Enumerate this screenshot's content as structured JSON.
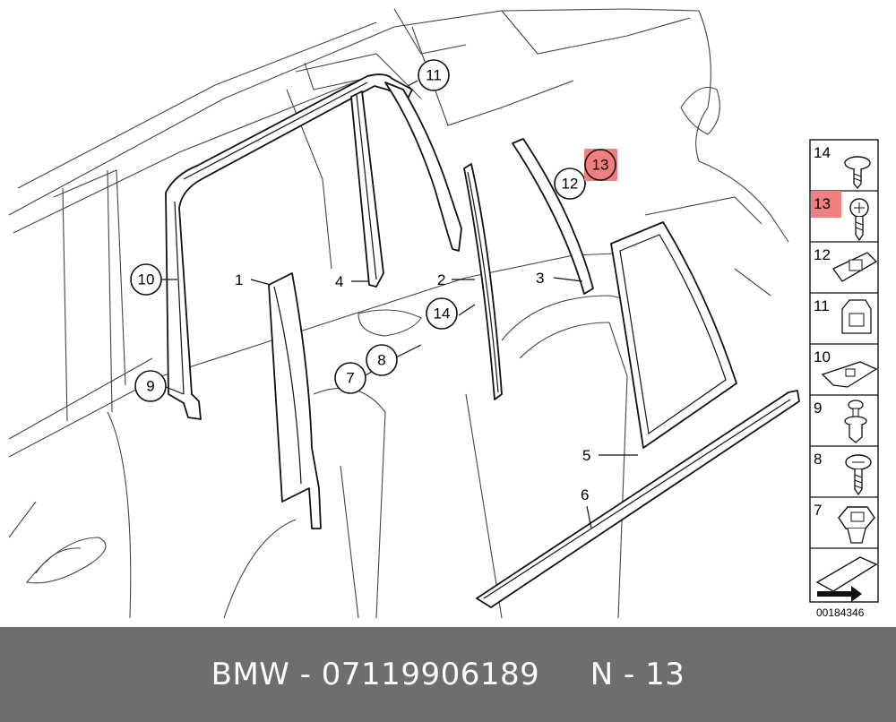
{
  "diagram": {
    "callouts": {
      "c1": "1",
      "c2": "2",
      "c3": "3",
      "c4": "4",
      "c5": "5",
      "c6": "6",
      "c7": "7",
      "c8": "8",
      "c9": "9",
      "c10": "10",
      "c11": "11",
      "c12": "12",
      "c13": "13",
      "c14": "14"
    },
    "highlight_color": "#f08080"
  },
  "legend": {
    "items": [
      {
        "num": "14",
        "icon": "screw-washer-icon"
      },
      {
        "num": "13",
        "icon": "self-tapping-screw-icon",
        "highlighted": true
      },
      {
        "num": "12",
        "icon": "clip-bracket-icon"
      },
      {
        "num": "11",
        "icon": "clip-nut-icon"
      },
      {
        "num": "10",
        "icon": "retainer-plate-icon"
      },
      {
        "num": "9",
        "icon": "expanding-rivet-icon"
      },
      {
        "num": "8",
        "icon": "flat-head-screw-icon"
      },
      {
        "num": "7",
        "icon": "expansion-nut-icon"
      },
      {
        "num": "",
        "icon": "shim-arrow-icon"
      }
    ],
    "drawing_number": "00184346"
  },
  "footer": {
    "text": "BMW - 07119906189     N - 13",
    "background": "#6e6e6e"
  }
}
